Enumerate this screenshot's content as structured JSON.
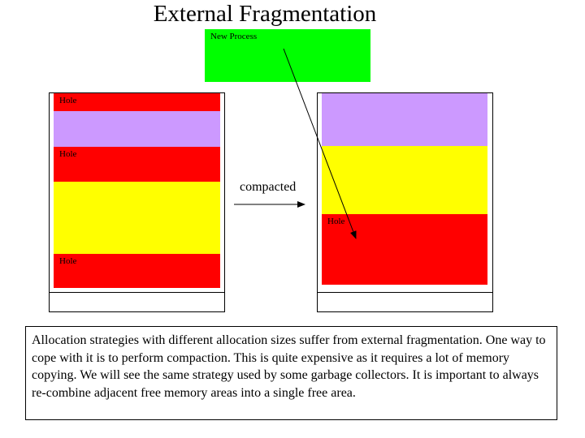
{
  "title": "External Fragmentation",
  "new_process": {
    "label": "New Process",
    "color": "#00ff00"
  },
  "transition_label": "compacted",
  "colors": {
    "hole": "#ff0000",
    "process_purple": "#cc99ff",
    "process_yellow": "#ffff00",
    "frame": "#000000"
  },
  "before_memory": {
    "blocks": [
      {
        "kind": "hole",
        "label": "Hole"
      },
      {
        "kind": "process_purple",
        "label": ""
      },
      {
        "kind": "hole",
        "label": "Hole"
      },
      {
        "kind": "process_yellow",
        "label": ""
      },
      {
        "kind": "hole",
        "label": "Hole"
      }
    ]
  },
  "after_memory": {
    "blocks": [
      {
        "kind": "process_purple",
        "label": ""
      },
      {
        "kind": "process_yellow",
        "label": ""
      },
      {
        "kind": "hole",
        "label": "Hole"
      }
    ]
  },
  "caption": "Allocation strategies with different allocation sizes suffer from external fragmentation. One way to cope with it is to perform compaction. This is quite expensive as it requires a lot of memory copying. We will see the same strategy used by some garbage collectors. It is important to always re-combine adjacent free memory areas into a single free area."
}
